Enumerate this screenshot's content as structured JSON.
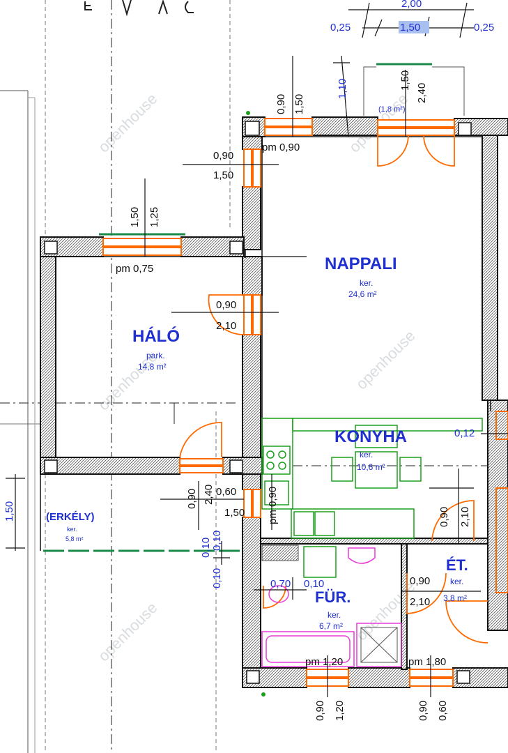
{
  "top_dims": {
    "width_total": "2,00",
    "left": "0,25",
    "middle": "1,50",
    "right": "0,25"
  },
  "rooms": {
    "nappali": {
      "name": "NAPPALI",
      "floor": "ker.",
      "area": "24,6 m²"
    },
    "halo": {
      "name": "HÁLÓ",
      "floor": "park.",
      "area": "14,8 m²"
    },
    "konyha": {
      "name": "KONYHA",
      "floor": "ker.",
      "area": "10,6 m²"
    },
    "furdo": {
      "name": "FÜR.",
      "floor": "ker.",
      "area": "6,7 m²"
    },
    "etkezo": {
      "name": "ÉT.",
      "floor": "ker.",
      "area": "3,8 m²"
    },
    "erkely": {
      "name": "(ERKÉLY)",
      "floor": "ker.",
      "area": "5,8 m²"
    },
    "niche": {
      "area": "(1,8 m²)"
    }
  },
  "openings": {
    "top_window_width": "0,90",
    "top_window_height": "1,50",
    "top_window_sill": "pm 0,90",
    "top_door_height_a": "1,10",
    "top_door_height_b": "1,50",
    "top_door_height_c": "2,40",
    "left_door_width": "0,90",
    "left_door_height": "1,50",
    "halo_window_w": "1,50",
    "halo_window_h": "1,25",
    "halo_window_sill": "pm 0,75",
    "halo_door_w": "0,90",
    "halo_door_h": "2,10",
    "balcony_door_w": "0,90",
    "balcony_door_h": "2,40",
    "small_door_w": "0,60",
    "small_door_h": "1,50",
    "kitchen_sill": "pm 0,90",
    "et_door_w": "0,90",
    "et_door_h": "2,10",
    "fur_door_w": "0,90",
    "fur_door_h": "2,10",
    "fur_small_a": "0,70",
    "fur_small_b": "0,10",
    "bottom_left_sill": "pm 1,20",
    "bottom_right_sill": "pm 1,80",
    "bottom_left_w": "0,90",
    "bottom_left_h": "1,20",
    "bottom_right_w": "0,90",
    "bottom_right_h": "0,60",
    "right_dim": "0,12",
    "left_side_dim": "1,50",
    "tiny_a": "0,10",
    "tiny_b": "0,10",
    "tiny_c": "0,10"
  },
  "watermark": "openhouse",
  "colors": {
    "blue": "#1f2fd0",
    "orange": "#ff6a00",
    "green": "#1aa01a",
    "magenta": "#e83ad8"
  }
}
